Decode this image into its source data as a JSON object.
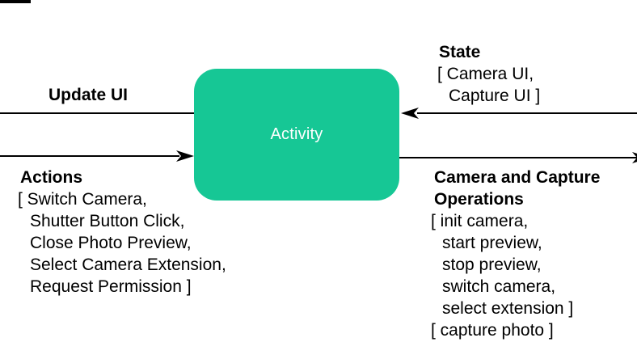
{
  "colors": {
    "box_fill": "#16C795",
    "box_text": "#FFFFFF",
    "ink": "#000000",
    "bg": "#FFFFFF"
  },
  "node": {
    "label": "Activity"
  },
  "arrows": {
    "update_ui": {
      "label": "Update UI",
      "direction": "to-left"
    },
    "actions": {
      "label": "Actions",
      "direction": "into-box-right",
      "lines": [
        "[ Switch Camera,",
        "Shutter Button Click,",
        "Close Photo Preview,",
        "Select Camera Extension,",
        "Request Permission ]"
      ]
    },
    "state": {
      "label": "State",
      "direction": "into-box-left",
      "lines": [
        "[ Camera UI,",
        "Capture UI ]"
      ]
    },
    "operations": {
      "label_line1": "Camera and Capture",
      "label_line2": "Operations",
      "direction": "to-right",
      "lines": [
        "[ init camera,",
        "start preview,",
        "stop preview,",
        "switch camera,",
        "select extension ]",
        "[ capture photo ]"
      ]
    }
  }
}
